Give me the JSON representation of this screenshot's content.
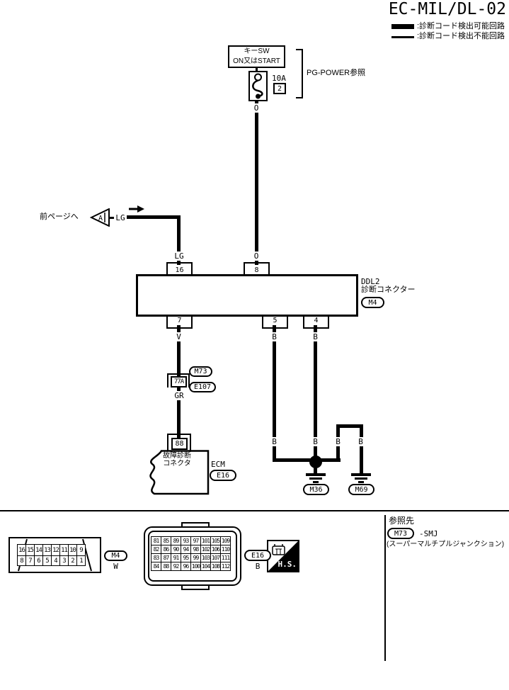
{
  "title": "EC-MIL/DL-02",
  "legend": {
    "detectable_label": ":診断コード検出可能回路",
    "undetectable_label": ":診断コード検出不能回路"
  },
  "power_source": {
    "key_switch_line1": "キーSW",
    "key_switch_line2": "ON又はSTART",
    "fuse_rating": "10A",
    "fuse_slot": "2",
    "reference": "PG-POWER参照",
    "wire_color": "O"
  },
  "prev_page_link": {
    "label": "前ページへ",
    "tag": "A",
    "wire_color": "LG"
  },
  "ddl2": {
    "line1": "DDL2",
    "line2": "診断コネクター",
    "connector_id": "M4",
    "pin_16": "16",
    "wire_16": "LG",
    "pin_8": "8",
    "wire_8": "O",
    "pin_7": "7",
    "wire_7": "V",
    "pin_5": "5",
    "wire_5": "B",
    "pin_4": "4",
    "wire_4": "B"
  },
  "smj": {
    "pin": "77A",
    "ref_upper": "M73",
    "ref_lower": "E107",
    "wire_color": "GR"
  },
  "ecm": {
    "pin": "88",
    "label_line1": "故障診断",
    "label_line2": "コネクタ",
    "name": "ECM",
    "connector_id": "E16"
  },
  "ground": {
    "wire_b1": "B",
    "wire_b2": "B",
    "wire_b3": "B",
    "wire_b4": "B",
    "ground_left": "M36",
    "ground_right": "M69"
  },
  "footer": {
    "m4": {
      "id": "M4",
      "color": "W",
      "row1": [
        "16",
        "15",
        "14",
        "13",
        "12",
        "11",
        "10",
        "9"
      ],
      "row2": [
        "8",
        "7",
        "6",
        "5",
        "4",
        "3",
        "2",
        "1"
      ]
    },
    "e16": {
      "id": "E16",
      "color": "B",
      "rows": [
        [
          "81",
          "85",
          "89",
          "93",
          "97",
          "101",
          "105",
          "109"
        ],
        [
          "82",
          "86",
          "90",
          "94",
          "98",
          "102",
          "106",
          "110"
        ],
        [
          "83",
          "87",
          "91",
          "95",
          "99",
          "103",
          "107",
          "111"
        ],
        [
          "84",
          "88",
          "92",
          "96",
          "100",
          "104",
          "108",
          "112"
        ]
      ]
    },
    "hs_mark": "H.S.",
    "reference": {
      "heading": "参照先",
      "connector_id": "M73",
      "suffix": "-SMJ",
      "note": "(スーパーマルチプルジャンクション)"
    }
  },
  "colors": {
    "line": "#000000",
    "background": "#ffffff"
  }
}
